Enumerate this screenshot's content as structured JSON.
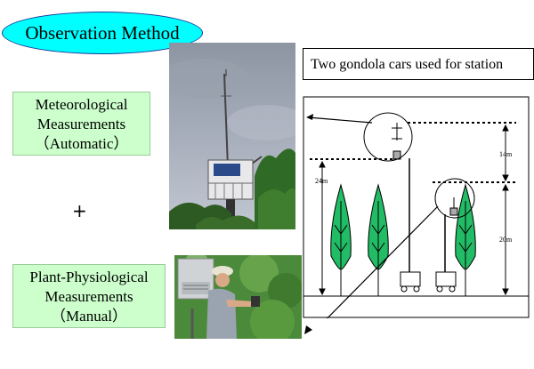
{
  "title": "Observation Method",
  "meteorological": {
    "line1": "Meteorological",
    "line2": "Measurements",
    "line3": "（Automatic）"
  },
  "plus": "+",
  "plant": {
    "line1": "Plant-Physiological",
    "line2": "Measurements",
    "line3": "（Manual）"
  },
  "caption": "Two gondola cars used for station",
  "diagram": {
    "label_14m": "14m",
    "label_24m": "24m",
    "label_20m": "20m"
  },
  "colors": {
    "title_fill": "#00ffff",
    "box_fill": "#ccffcc",
    "tree_fill": "#22bb66"
  }
}
